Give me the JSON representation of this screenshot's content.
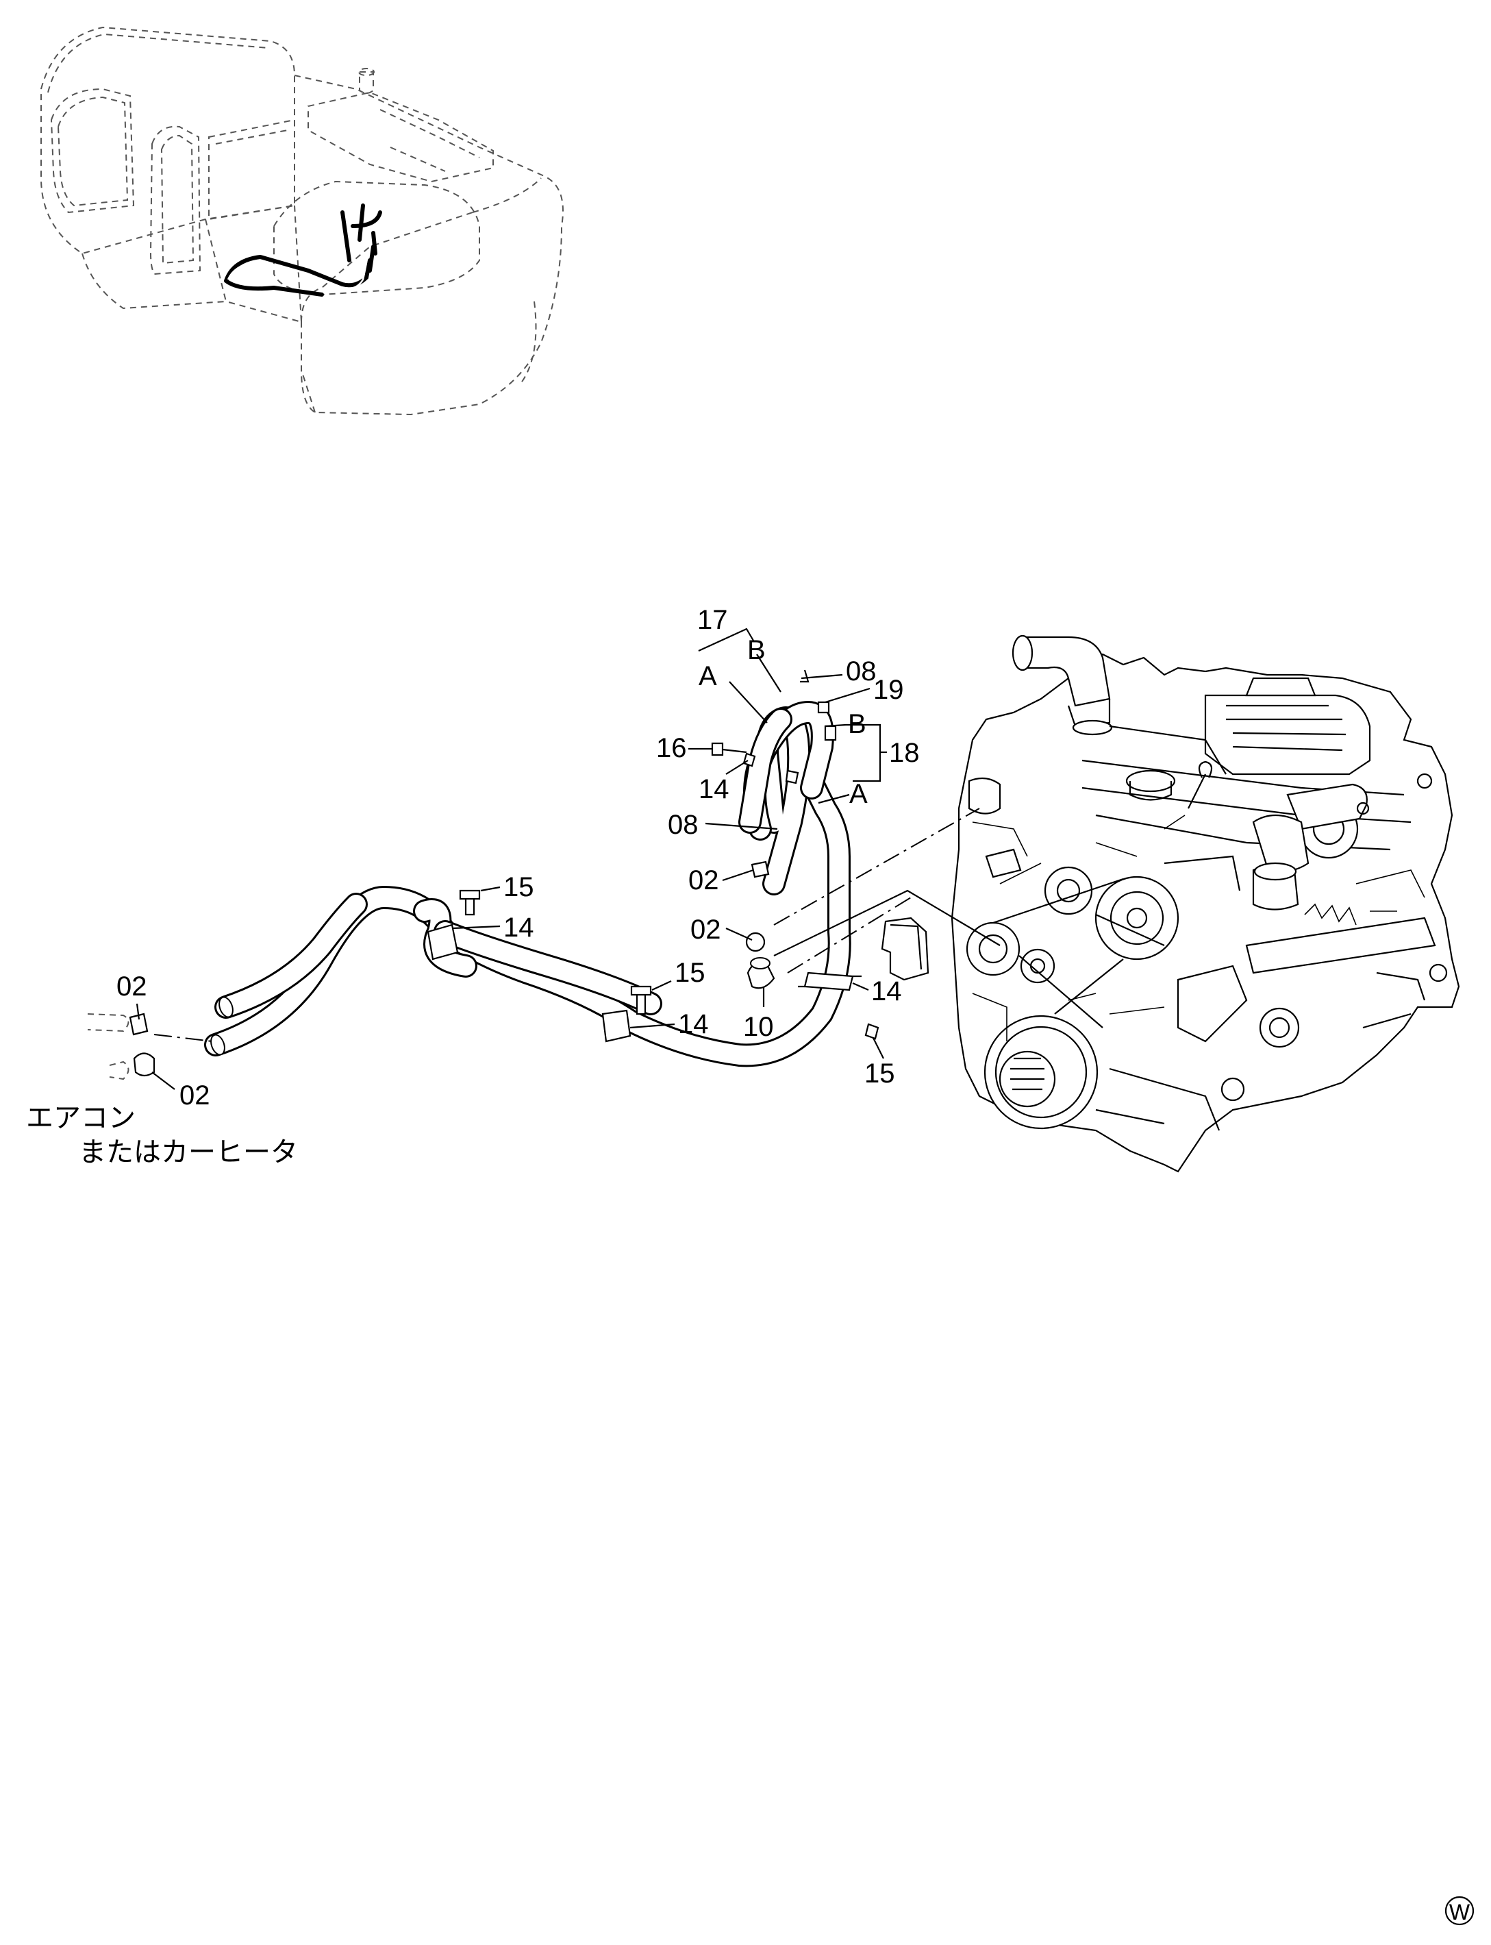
{
  "callouts": {
    "c17": "17",
    "c17_b": "B",
    "c17_a": "A",
    "c08_top": "08",
    "c19": "19",
    "c18_b": "B",
    "c18": "18",
    "c18_a": "A",
    "c16": "16",
    "c14_upper": "14",
    "c08_mid": "08",
    "c02_upper": "02",
    "c02_mid": "02",
    "c15_left": "15",
    "c14_left": "14",
    "c15_mid": "15",
    "c14_mid": "14",
    "c10": "10",
    "c14_right": "14",
    "c15_right": "15",
    "c02_left_top": "02",
    "c02_left_bottom": "02"
  },
  "labels": {
    "aircon_line1": "エアコン",
    "aircon_line2": "またはカーヒータ"
  },
  "corner_mark": "W"
}
